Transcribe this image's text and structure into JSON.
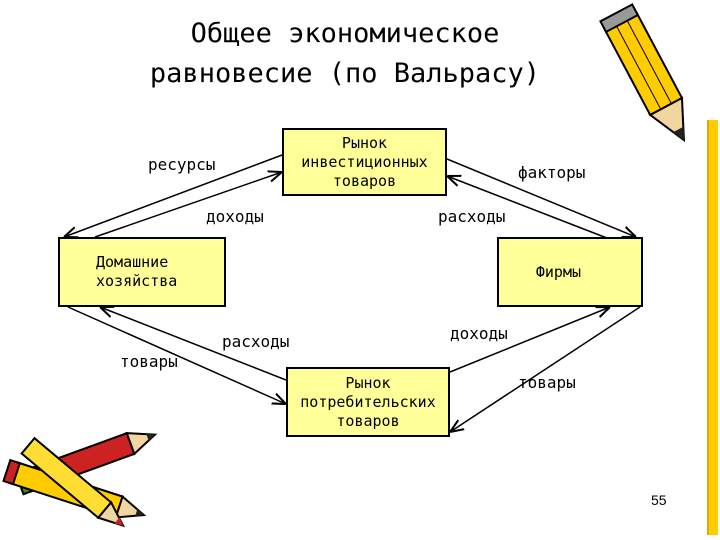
{
  "title": {
    "line1": "Общее экономическое",
    "line2": "равновесие (по Вальрасу)"
  },
  "nodes": {
    "investment_market": [
      "Рынок",
      "инвестиционных",
      "товаров"
    ],
    "households": [
      "Домашние",
      "хозяйства"
    ],
    "firms": "Фирмы",
    "consumer_market": [
      "Рынок",
      "потребительских",
      "товаров"
    ]
  },
  "flows": {
    "resources": "ресурсы",
    "household_income": "доходы",
    "firm_expenses": "расходы",
    "factors": "факторы",
    "household_expenses": "расходы",
    "goods_to_households": "товары",
    "firm_income": "доходы",
    "goods_from_firms": "товары"
  },
  "colors": {
    "box_fill": "#ffff99",
    "pencil_yellow": "#ffcc00",
    "pencil_red": "#cc2222"
  },
  "decor": [
    "pencil-icon",
    "pencils-icon"
  ],
  "page_number": "55"
}
